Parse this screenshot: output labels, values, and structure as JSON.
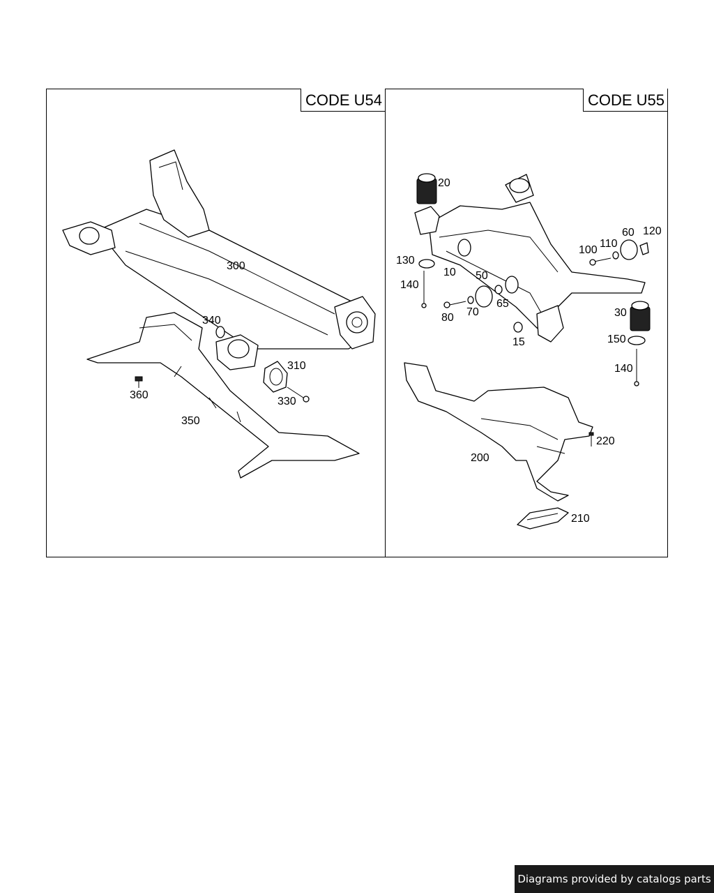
{
  "panels": {
    "left": {
      "code_label": "CODE U54"
    },
    "right": {
      "code_label": "CODE U55"
    }
  },
  "callouts": {
    "left": [
      "300",
      "340",
      "310",
      "330",
      "360",
      "350"
    ],
    "right": [
      "20",
      "10",
      "50",
      "65",
      "70",
      "80",
      "15",
      "130",
      "140",
      "100",
      "110",
      "60",
      "120",
      "30",
      "150",
      "140",
      "200",
      "220",
      "210"
    ]
  },
  "footer": {
    "text": "Diagrams provided by catalogs parts"
  }
}
